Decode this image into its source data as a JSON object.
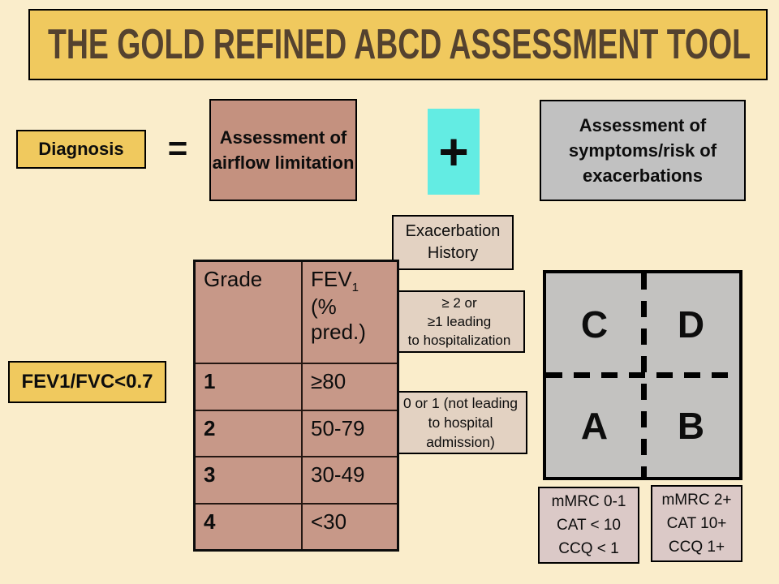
{
  "title": "THE GOLD REFINED ABCD ASSESSMENT TOOL",
  "equation": {
    "diagnosis": "Diagnosis",
    "equals": "=",
    "airflow": "Assessment of airflow limitation",
    "plus": "+",
    "symptoms": "Assessment of symptoms/risk of exacerbations"
  },
  "criteria": {
    "fev_fvc": "FEV1/FVC<0.7"
  },
  "grade_table": {
    "header_grade": "Grade",
    "header_fev_base": "FEV",
    "header_fev_sub": "1",
    "header_fev_rest": "(% pred.)",
    "rows": [
      {
        "grade": "1",
        "value": "≥80"
      },
      {
        "grade": "2",
        "value": "50-79"
      },
      {
        "grade": "3",
        "value": "30-49"
      },
      {
        "grade": "4",
        "value": "<30"
      }
    ]
  },
  "exacerbation": {
    "history_title": "Exacerbation History",
    "high_risk_lines": [
      "≥ 2 or",
      "≥1 leading",
      "to hospitalization"
    ],
    "low_risk_lines": [
      "0 or 1 (not leading",
      "to hospital",
      "admission)"
    ]
  },
  "quadrant": {
    "top_left": "C",
    "top_right": "D",
    "bottom_left": "A",
    "bottom_right": "B"
  },
  "symptom_criteria": {
    "low_lines": [
      "mMRC 0-1",
      "CAT < 10",
      "CCQ < 1"
    ],
    "high_lines": [
      "mMRC 2+",
      "CAT 10+",
      "CCQ 1+"
    ]
  },
  "colors": {
    "background": "#FAEDCB",
    "gold": "#F0C95E",
    "title_text": "#54422F",
    "rose": "#C4917F",
    "table_rose": "#C79888",
    "cyan": "#63ECE3",
    "gray": "#C1C1C1",
    "tan": "#E3D2C2",
    "pink": "#DBC9C7"
  }
}
